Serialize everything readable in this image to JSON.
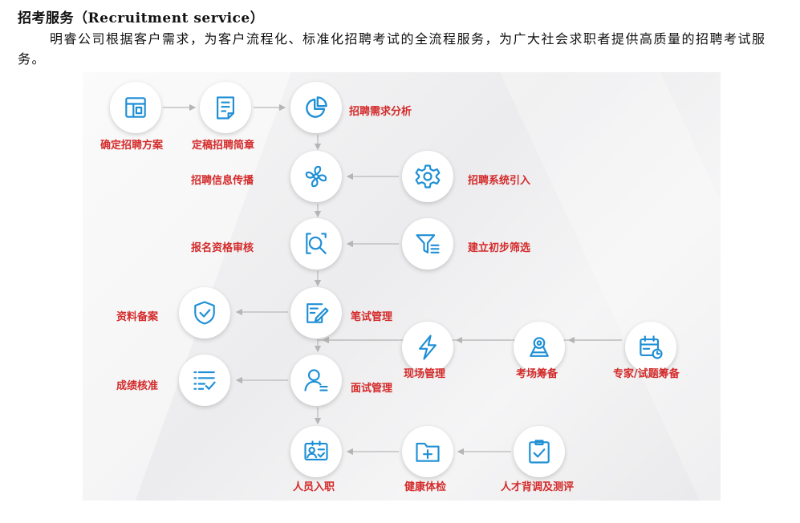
{
  "header": {
    "title": "招考服务（Recruitment service）",
    "intro": "明睿公司根据客户需求，为客户流程化、标准化招聘考试的全流程服务，为广大社会求职者提供高质量的招聘考试服务。"
  },
  "diagram": {
    "nodes": {
      "plan": {
        "label": "确定招聘方案",
        "icon": "layout-icon"
      },
      "brochure": {
        "label": "定稿招聘简章",
        "icon": "document-icon"
      },
      "demand": {
        "label": "招聘需求分析",
        "icon": "pie-chart-icon"
      },
      "publish": {
        "label": "招聘信息传播",
        "icon": "fan-icon"
      },
      "system": {
        "label": "招聘系统引入",
        "icon": "gear-icon"
      },
      "review": {
        "label": "报名资格审核",
        "icon": "magnifier-icon"
      },
      "screen": {
        "label": "建立初步筛选",
        "icon": "filter-icon"
      },
      "archive": {
        "label": "资料备案",
        "icon": "shield-check-icon"
      },
      "written": {
        "label": "笔试管理",
        "icon": "edit-icon"
      },
      "onsite": {
        "label": "现场管理",
        "icon": "lightning-icon"
      },
      "venue": {
        "label": "考场筹备",
        "icon": "location-icon"
      },
      "expert": {
        "label": "专家/试题筹备",
        "icon": "calendar-icon"
      },
      "scores": {
        "label": "成绩核准",
        "icon": "checklist-icon"
      },
      "interview": {
        "label": "面试管理",
        "icon": "user-icon"
      },
      "onboard": {
        "label": "人员入职",
        "icon": "id-card-icon"
      },
      "physical": {
        "label": "健康体检",
        "icon": "medical-folder-icon"
      },
      "background": {
        "label": "人才背调及测评",
        "icon": "clipboard-check-icon"
      }
    },
    "colors": {
      "icon": "#1e8fd5",
      "label": "#d42a2a",
      "line": "#b9b9b9"
    }
  }
}
